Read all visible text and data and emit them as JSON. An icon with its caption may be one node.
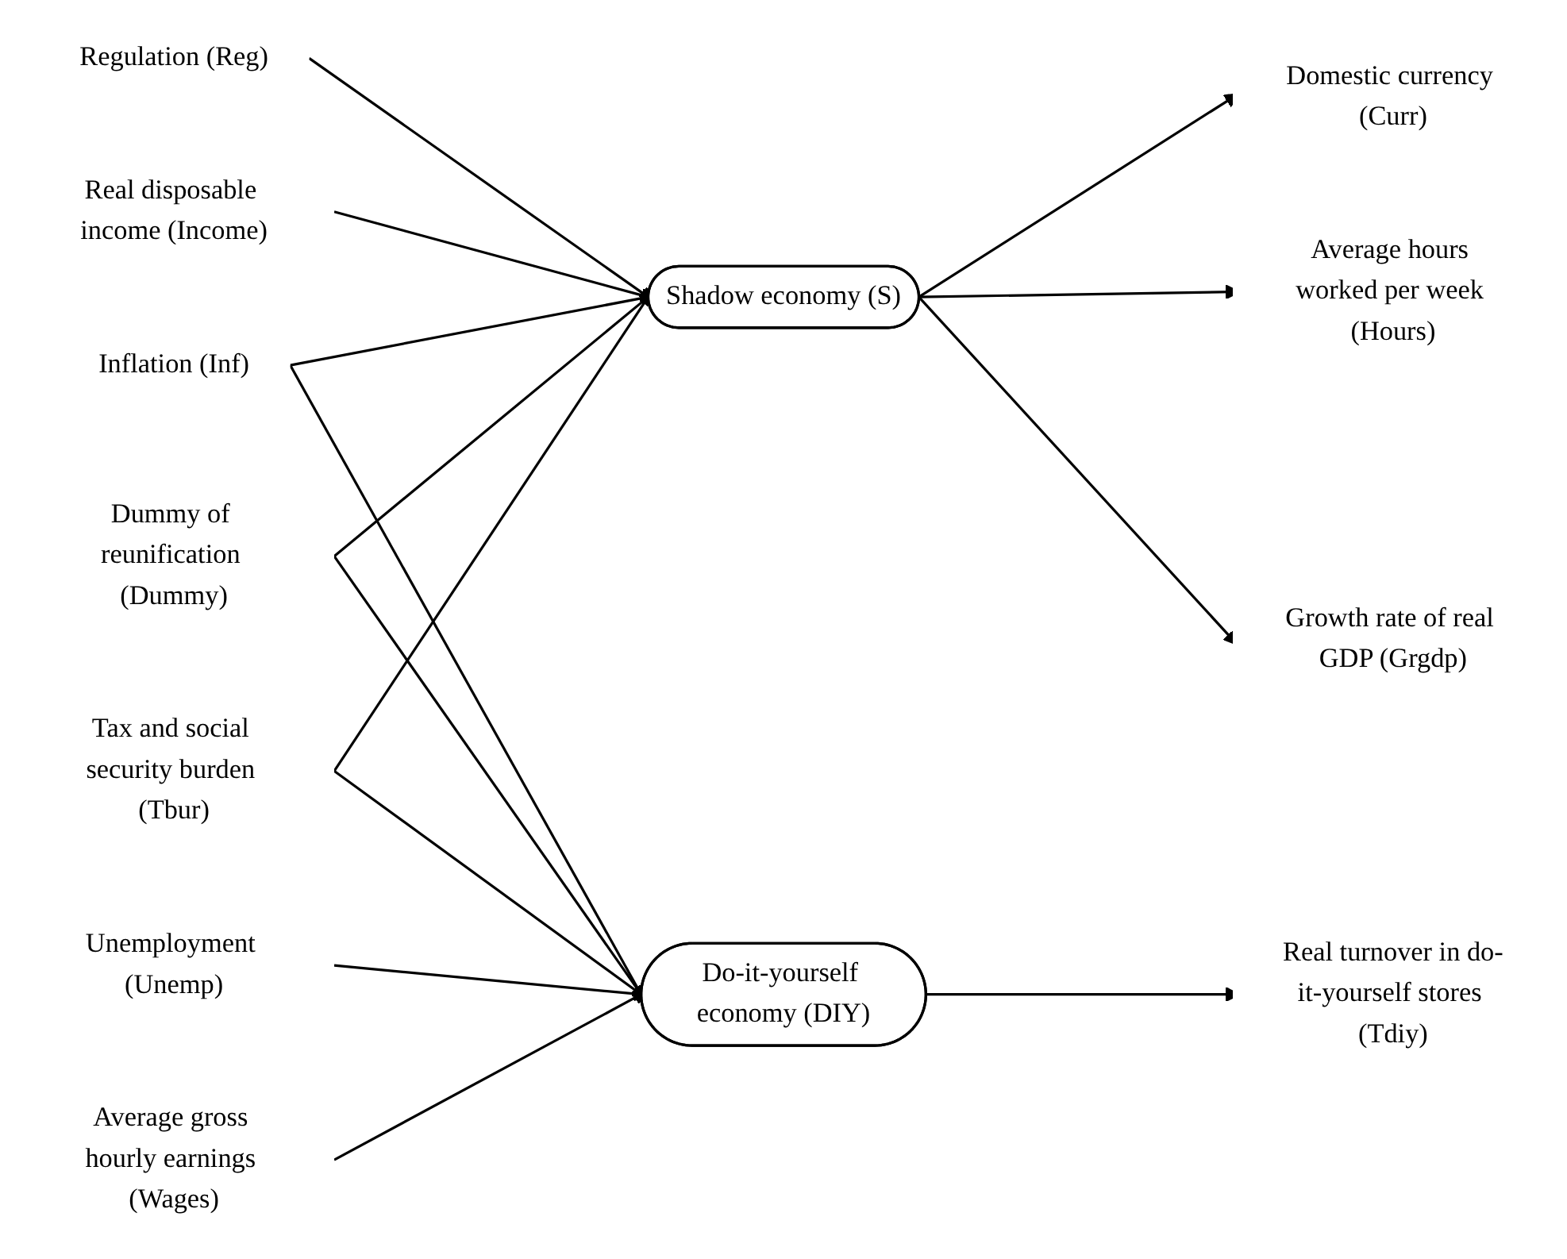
{
  "diagram": {
    "nodes": [
      {
        "text": [
          "Regulation (Reg)"
        ]
      },
      {
        "text": [
          "Real disposable income (Income)"
        ]
      },
      {
        "text": [
          "Inflation (Inf)"
        ]
      },
      {
        "text": [
          "Dummy of reunification (Dummy)"
        ]
      },
      {
        "text": [
          "Tax and social security burden (Tbur)"
        ]
      },
      {
        "text": [
          "Unemployment (Unemp)"
        ]
      },
      {
        "text": [
          "Average gross hourly earnings (Wages)"
        ]
      },
      {
        "text": [
          "Shadow economy (S)"
        ]
      },
      {
        "text": [
          "Do-it-yourself economy (DIY)"
        ]
      },
      {
        "text": [
          "Domestic currency (Curr)"
        ]
      },
      {
        "text": [
          "Average hours worked per week (Hours)"
        ]
      },
      {
        "text": [
          "Growth rate of real GDP (Grgdp)"
        ]
      },
      {
        "text": [
          "Real turnover in do-it-yourself stores (Tdiy)"
        ]
      }
    ],
    "edges": [
      {
        "from": 0,
        "to": 7,
        "arrow": "to"
      },
      {
        "from": 1,
        "to": 7,
        "arrow": "to"
      },
      {
        "from": 2,
        "to": 7,
        "arrow": "to"
      },
      {
        "from": 2,
        "to": 8,
        "arrow": "to"
      },
      {
        "from": 3,
        "to": 7,
        "arrow": "to"
      },
      {
        "from": 3,
        "to": 8,
        "arrow": "to"
      },
      {
        "from": 4,
        "to": 7,
        "arrow": "to"
      },
      {
        "from": 4,
        "to": 8,
        "arrow": "to"
      },
      {
        "from": 5,
        "to": 8,
        "arrow": "to"
      },
      {
        "from": 6,
        "to": 8,
        "arrow": "to"
      },
      {
        "from": 7,
        "to": 9,
        "arrow": "to"
      },
      {
        "from": 7,
        "to": 10,
        "arrow": "to"
      },
      {
        "from": 7,
        "to": 11,
        "arrow": "to"
      },
      {
        "from": 8,
        "to": 12,
        "arrow": "to"
      }
    ]
  }
}
